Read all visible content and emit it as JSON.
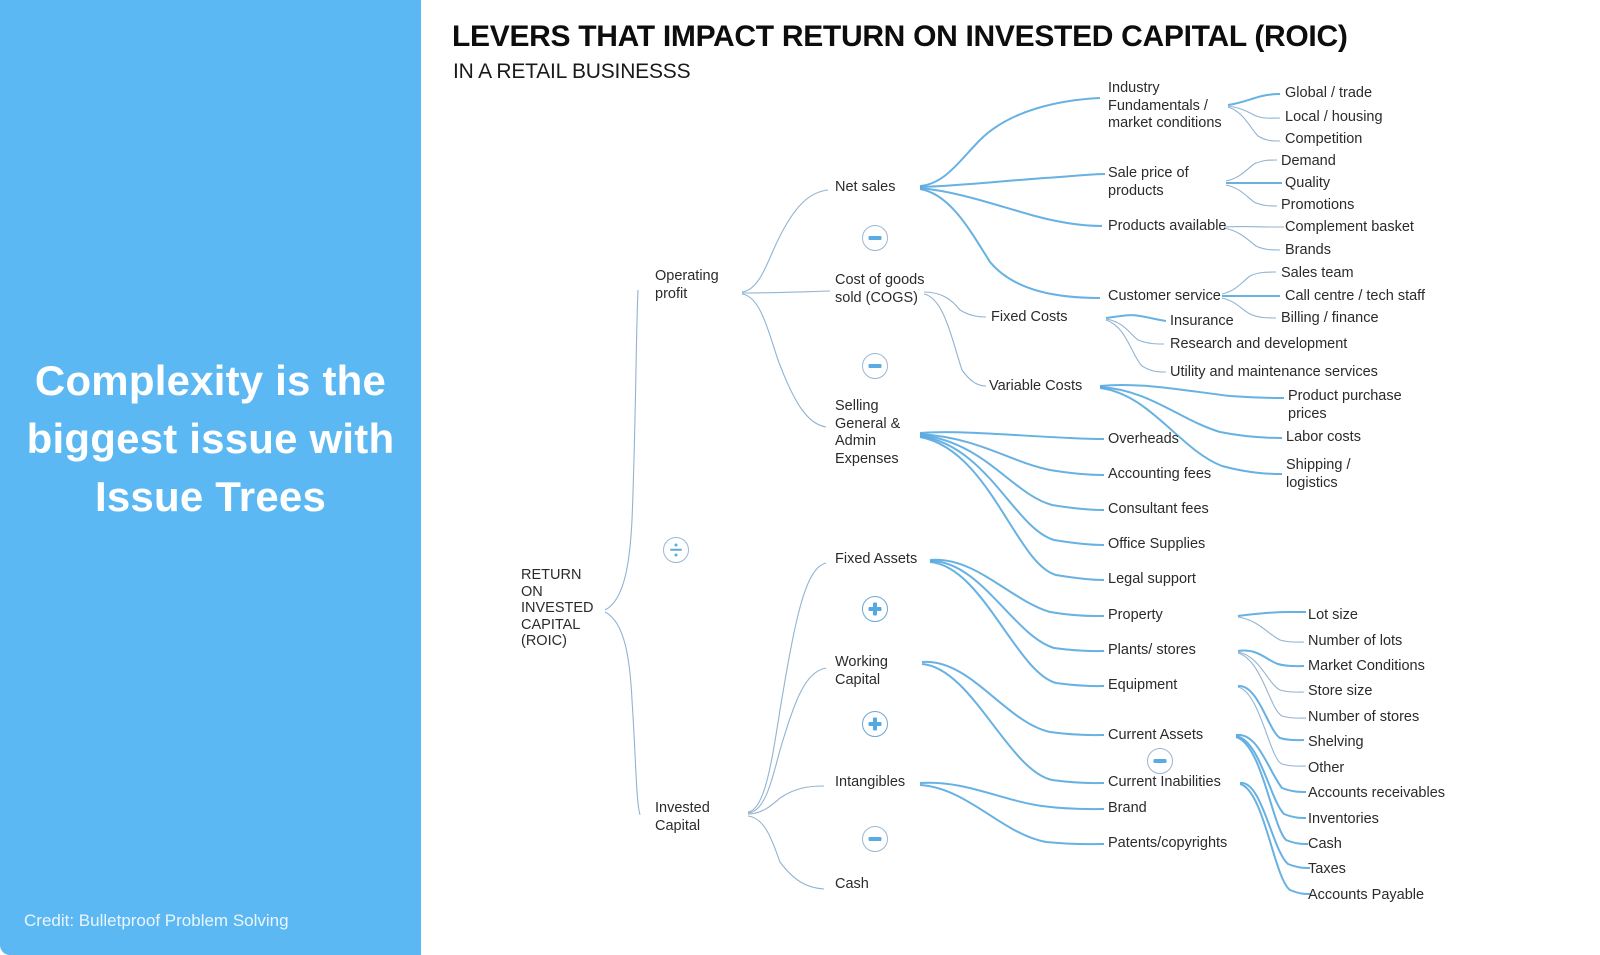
{
  "left_panel": {
    "headline": "Complexity is the biggest issue with Issue Trees",
    "credit": "Credit: Bulletproof Problem Solving",
    "background_color": "#5bb8f2",
    "text_color": "#ffffff"
  },
  "header": {
    "title": "LEVERS THAT IMPACT RETURN  ON INVESTED CAPITAL (ROIC)",
    "subtitle": "IN A RETAIL BUSINESSS"
  },
  "colors": {
    "link": "#7fa6c9",
    "link_accent": "#56a9e0",
    "badge_glyph": "#55a8e2",
    "badge_ring": "#9ab8d4",
    "text": "#2b2b2b"
  },
  "chart_data": {
    "type": "tree",
    "title": "LEVERS THAT IMPACT RETURN  ON INVESTED CAPITAL (ROIC)",
    "subtitle": "IN A RETAIL BUSINESSS",
    "root": "RETURN ON INVESTED CAPITAL (ROIC)",
    "operators": [
      "divide",
      "minus",
      "plus"
    ],
    "levels": 5
  },
  "nodes": {
    "root": "RETURN\nON\nINVESTED\nCAPITAL\n(ROIC)",
    "l1": [
      {
        "label": "Operating\nprofit"
      },
      {
        "label": "Invested\nCapital"
      }
    ],
    "l2": [
      {
        "label": "Net sales"
      },
      {
        "label": "Cost of goods\nsold (COGS)"
      },
      {
        "label": "Selling\nGeneral &\nAdmin\nExpenses"
      },
      {
        "label": "Fixed Assets"
      },
      {
        "label": "Working\nCapital"
      },
      {
        "label": "Intangibles"
      },
      {
        "label": "Cash"
      }
    ],
    "l3": [
      {
        "label": "Industry\nFundamentals /\nmarket  conditions"
      },
      {
        "label": "Sale price of\nproducts"
      },
      {
        "label": "Products available"
      },
      {
        "label": "Customer service"
      },
      {
        "label": "Fixed Costs"
      },
      {
        "label": "Variable  Costs"
      },
      {
        "label": "Insurance"
      },
      {
        "label": "Research and development"
      },
      {
        "label": "Utility  and maintenance services"
      },
      {
        "label": "Overheads"
      },
      {
        "label": "Accounting fees"
      },
      {
        "label": "Consultant fees"
      },
      {
        "label": "Office  Supplies"
      },
      {
        "label": "Legal support"
      },
      {
        "label": "Property"
      },
      {
        "label": "Plants/ stores"
      },
      {
        "label": "Equipment"
      },
      {
        "label": "Current Assets"
      },
      {
        "label": "Current Inabilities"
      },
      {
        "label": "Brand"
      },
      {
        "label": "Patents/copyrights"
      }
    ],
    "l4": [
      {
        "label": "Global / trade"
      },
      {
        "label": "Local / housing"
      },
      {
        "label": "Competition"
      },
      {
        "label": "Demand"
      },
      {
        "label": "Quality"
      },
      {
        "label": "Promotions"
      },
      {
        "label": "Complement  basket"
      },
      {
        "label": "Brands"
      },
      {
        "label": "Sales team"
      },
      {
        "label": "Call centre / tech staff"
      },
      {
        "label": "Billing / finance"
      },
      {
        "label": "Product purchase\nprices"
      },
      {
        "label": "Labor costs"
      },
      {
        "label": "Shipping /\nlogistics"
      },
      {
        "label": "Lot size"
      },
      {
        "label": "Number of lots"
      },
      {
        "label": "Market Conditions"
      },
      {
        "label": "Store size"
      },
      {
        "label": "Number of stores"
      },
      {
        "label": "Shelving"
      },
      {
        "label": "Other"
      },
      {
        "label": "Accounts receivables"
      },
      {
        "label": "Inventories"
      },
      {
        "label": "Cash"
      },
      {
        "label": "Taxes"
      },
      {
        "label": "Accounts Payable"
      }
    ]
  }
}
